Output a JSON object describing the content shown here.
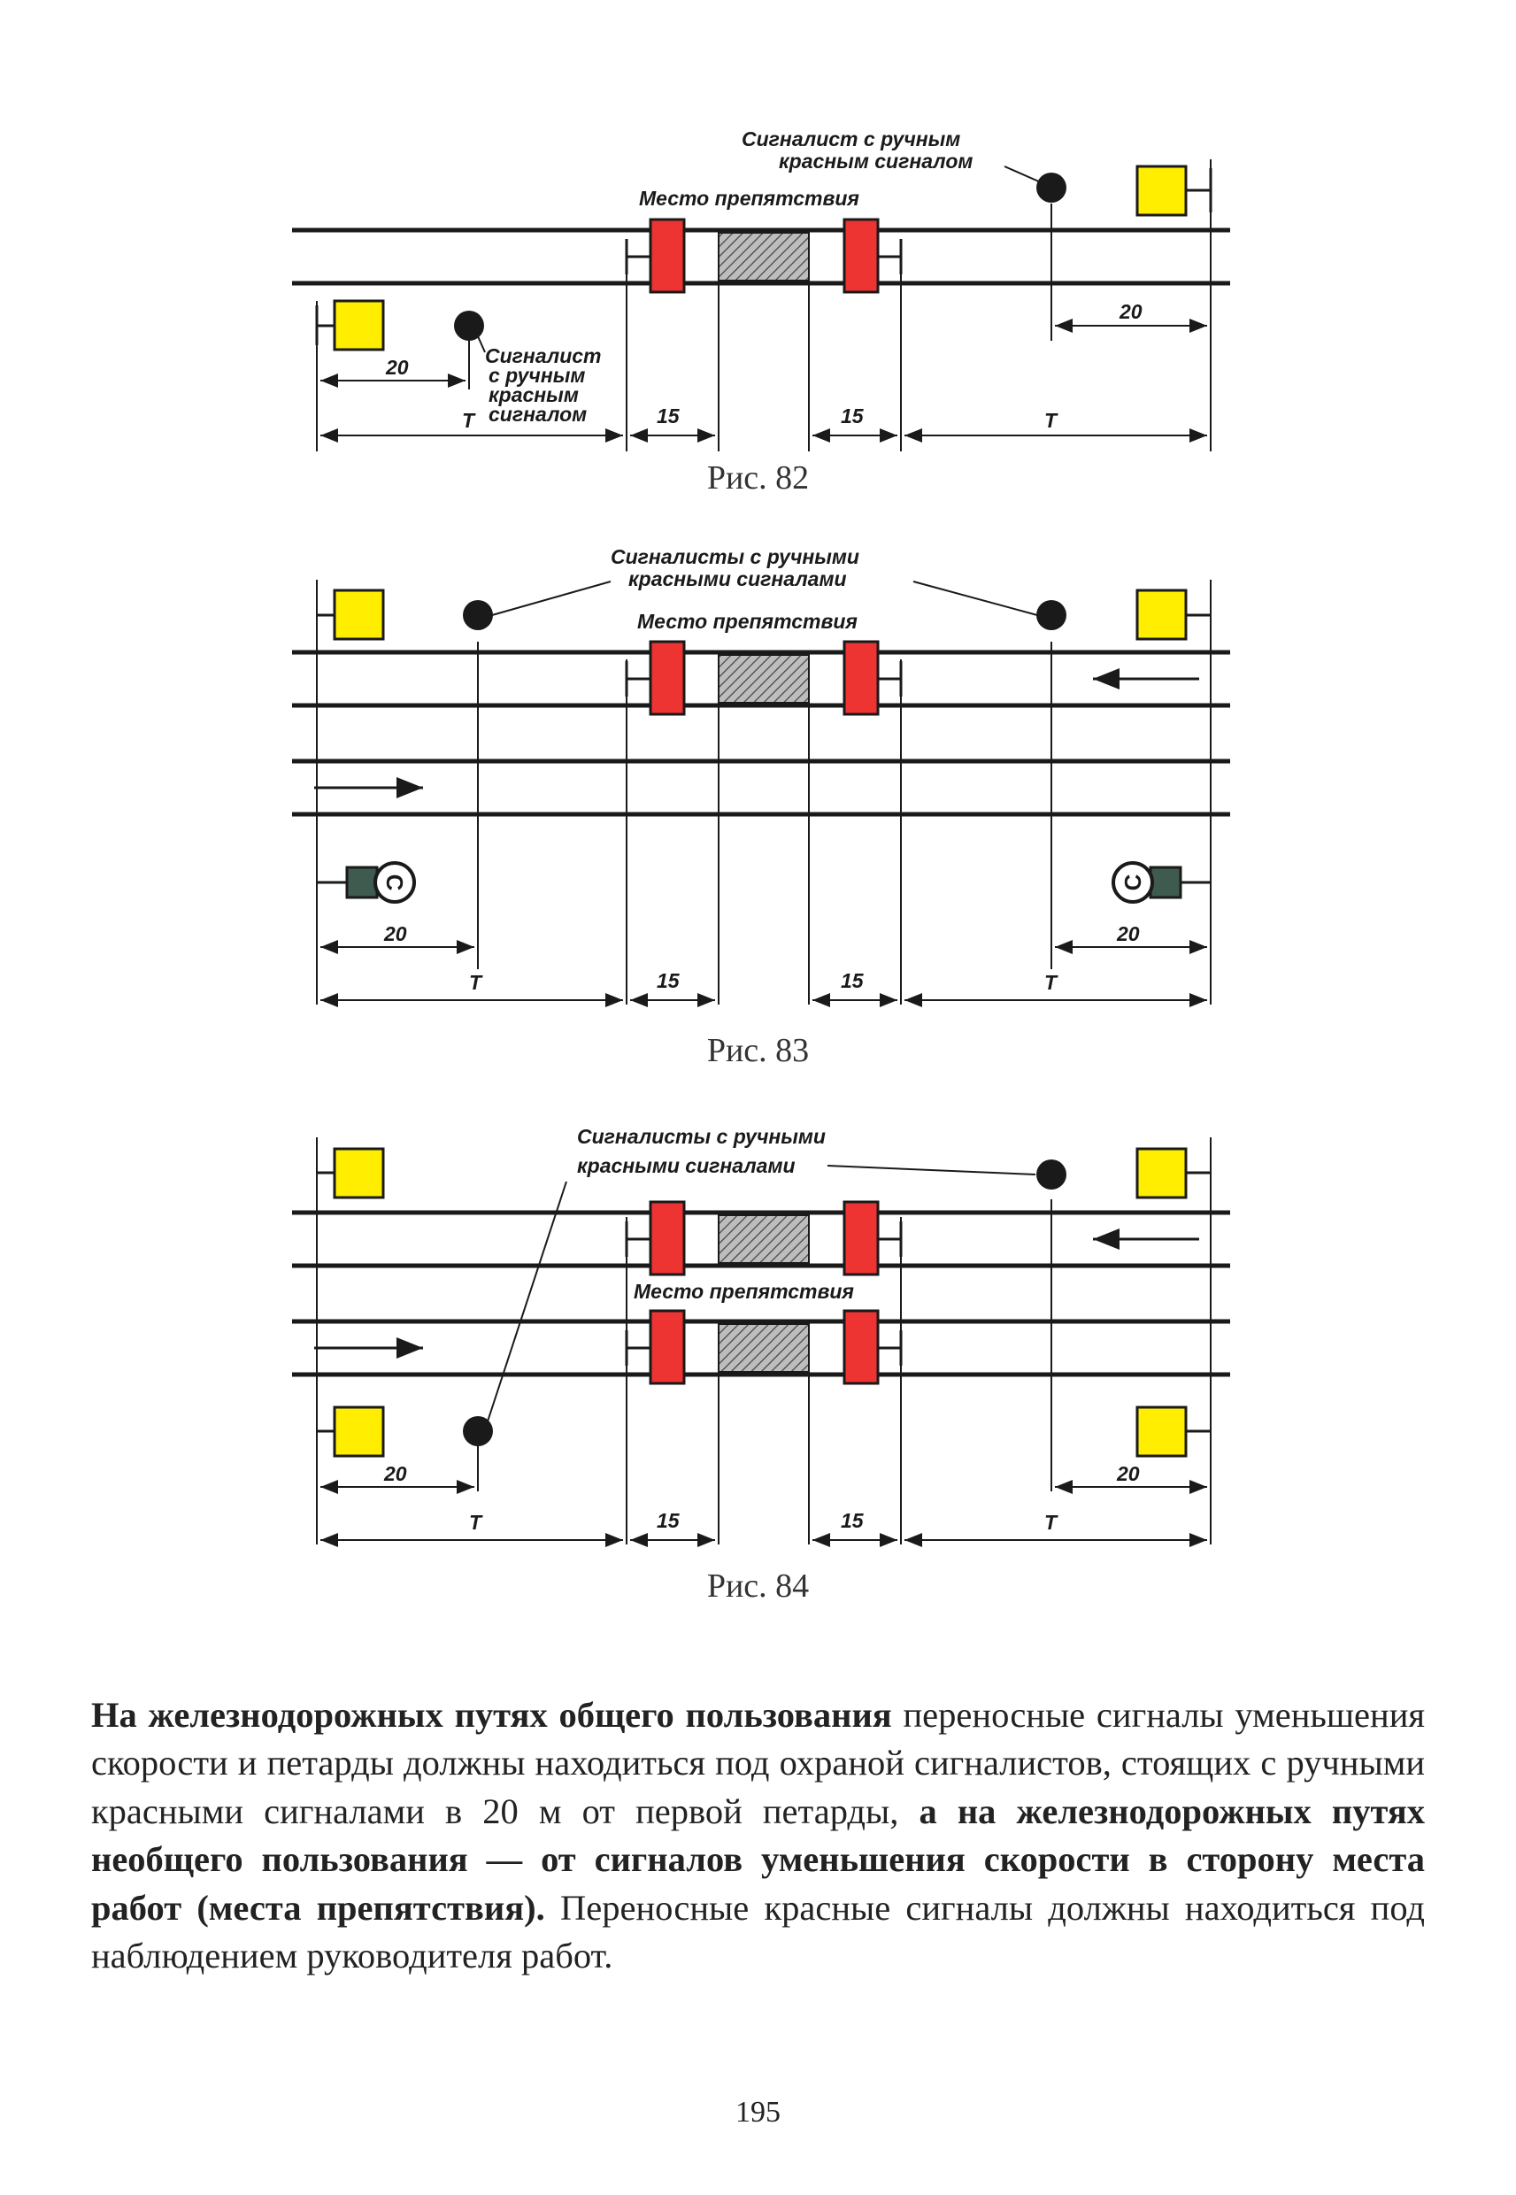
{
  "fig82": {
    "caption": "Рис. 82",
    "flagman_label_1": "Сигналист с ручным",
    "flagman_label_2": "красным сигналом",
    "obstacle_label": "Место препятствия",
    "left_flagman_1": "Сигналист",
    "left_flagman_2": "с ручным",
    "left_flagman_3": "красным",
    "left_flagman_4": "сигналом",
    "dim_20": "20",
    "dim_T": "Т",
    "dim_15": "15"
  },
  "fig83": {
    "caption": "Рис. 83",
    "flagmen_label_1": "Сигналисты с ручными",
    "flagmen_label_2": "красными сигналами",
    "obstacle_label": "Место препятствия",
    "sign_letter": "С",
    "dim_20": "20",
    "dim_T": "Т",
    "dim_15": "15"
  },
  "fig84": {
    "caption": "Рис. 84",
    "flagmen_label_1": "Сигналисты с ручными",
    "flagmen_label_2": "красными сигналами",
    "obstacle_label": "Место препятствия",
    "dim_20": "20",
    "dim_T": "Т",
    "dim_15": "15"
  },
  "paragraph": {
    "bold_1": "На железнодорожных путях общего пользования",
    "normal_1": " переносные сигналы уменьшения скорости и петарды должны находиться под охраной сигналистов, стоящих с ручными красными сигналами в 20 м от первой петарды,",
    "bold_2": " а на железнодорожных путях необщего пользования — от сигналов уменьшения скорости в сторону места работ (места препятствия).",
    "normal_2": " Переносные красные сигналы должны находиться под наблюдением руководителя работ."
  },
  "page_number": "195",
  "colors": {
    "yellow_signal": "#ffee00",
    "red_signal": "#ee3333",
    "dark_sign": "#3f5a4e",
    "ink": "#1a1a1a"
  }
}
